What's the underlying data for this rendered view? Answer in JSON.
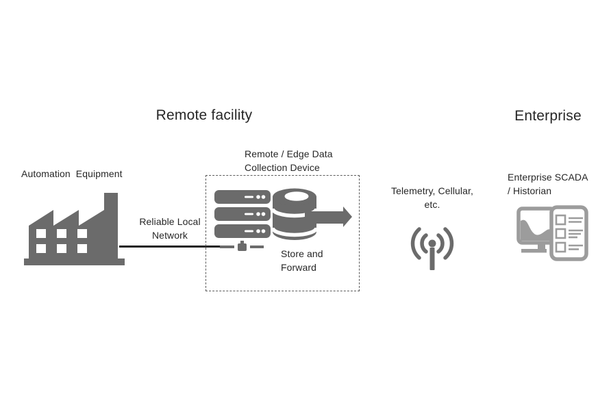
{
  "titles": {
    "remote_facility": "Remote facility",
    "enterprise": "Enterprise"
  },
  "nodes": {
    "automation_equipment": {
      "label": "Automation  Equipment",
      "icon": "factory-icon"
    },
    "edge_device": {
      "label": "Remote / Edge Data\nCollection Device",
      "sublabel": "Store and\nForward",
      "icons": [
        "server-stack-icon",
        "network-connector-icon",
        "database-icon",
        "store-forward-arrow-icon"
      ]
    },
    "telemetry": {
      "label": "Telemetry, Cellular,\netc.",
      "icon": "antenna-icon"
    },
    "enterprise_scada": {
      "label": "Enterprise SCADA\n/ Historian",
      "icons": [
        "monitor-chart-icon",
        "checklist-icon"
      ]
    }
  },
  "connections": {
    "reliable_local_network": {
      "label": "Reliable Local\nNetwork",
      "style": "solid-black-line"
    }
  },
  "colors": {
    "icon_gray": "#6b6b6b",
    "icon_light_gray": "#9c9c9c",
    "text": "#262626",
    "line_black": "#1a1a1a",
    "dashed_border": "#5a5a5a",
    "background": "#ffffff"
  }
}
